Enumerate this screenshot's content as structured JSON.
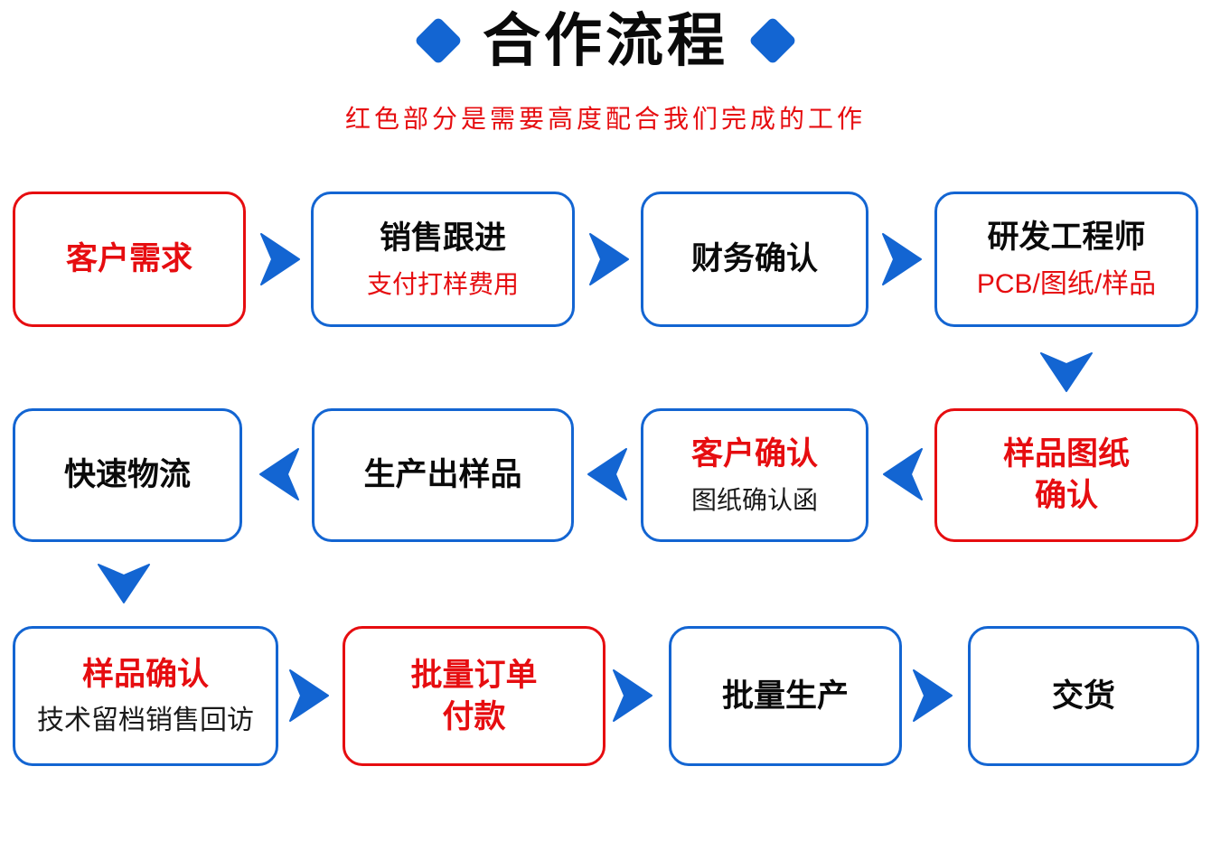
{
  "header": {
    "title": "合作流程",
    "left_diamond_icon": "diamond-icon",
    "right_diamond_icon": "diamond-icon",
    "subtitle": "红色部分是需要高度配合我们完成的工作"
  },
  "colors": {
    "blue": "#1365d2",
    "red": "#e60d10",
    "black": "#0a0a0a",
    "background": "#ffffff"
  },
  "icons": {
    "right_arrow": "right-arrow-icon",
    "left_arrow": "left-arrow-icon",
    "down_arrow": "down-arrow-icon",
    "diamond": "diamond-icon"
  },
  "nodes": [
    {
      "title": "客户需求"
    },
    {
      "title": "销售跟进",
      "subtitle": "支付打样费用"
    },
    {
      "title": "财务确认"
    },
    {
      "title": "研发工程师",
      "subtitle": "PCB/图纸/样品"
    },
    {
      "title": "快速物流"
    },
    {
      "title": "生产出样品"
    },
    {
      "title": "客户确认",
      "subtitle": "图纸确认函"
    },
    {
      "line1": "样品图纸",
      "line2": "确认"
    },
    {
      "title": "样品确认",
      "subtitle": "技术留档销售回访"
    },
    {
      "line1": "批量订单",
      "line2": "付款"
    },
    {
      "title": "批量生产"
    },
    {
      "title": "交货"
    }
  ]
}
